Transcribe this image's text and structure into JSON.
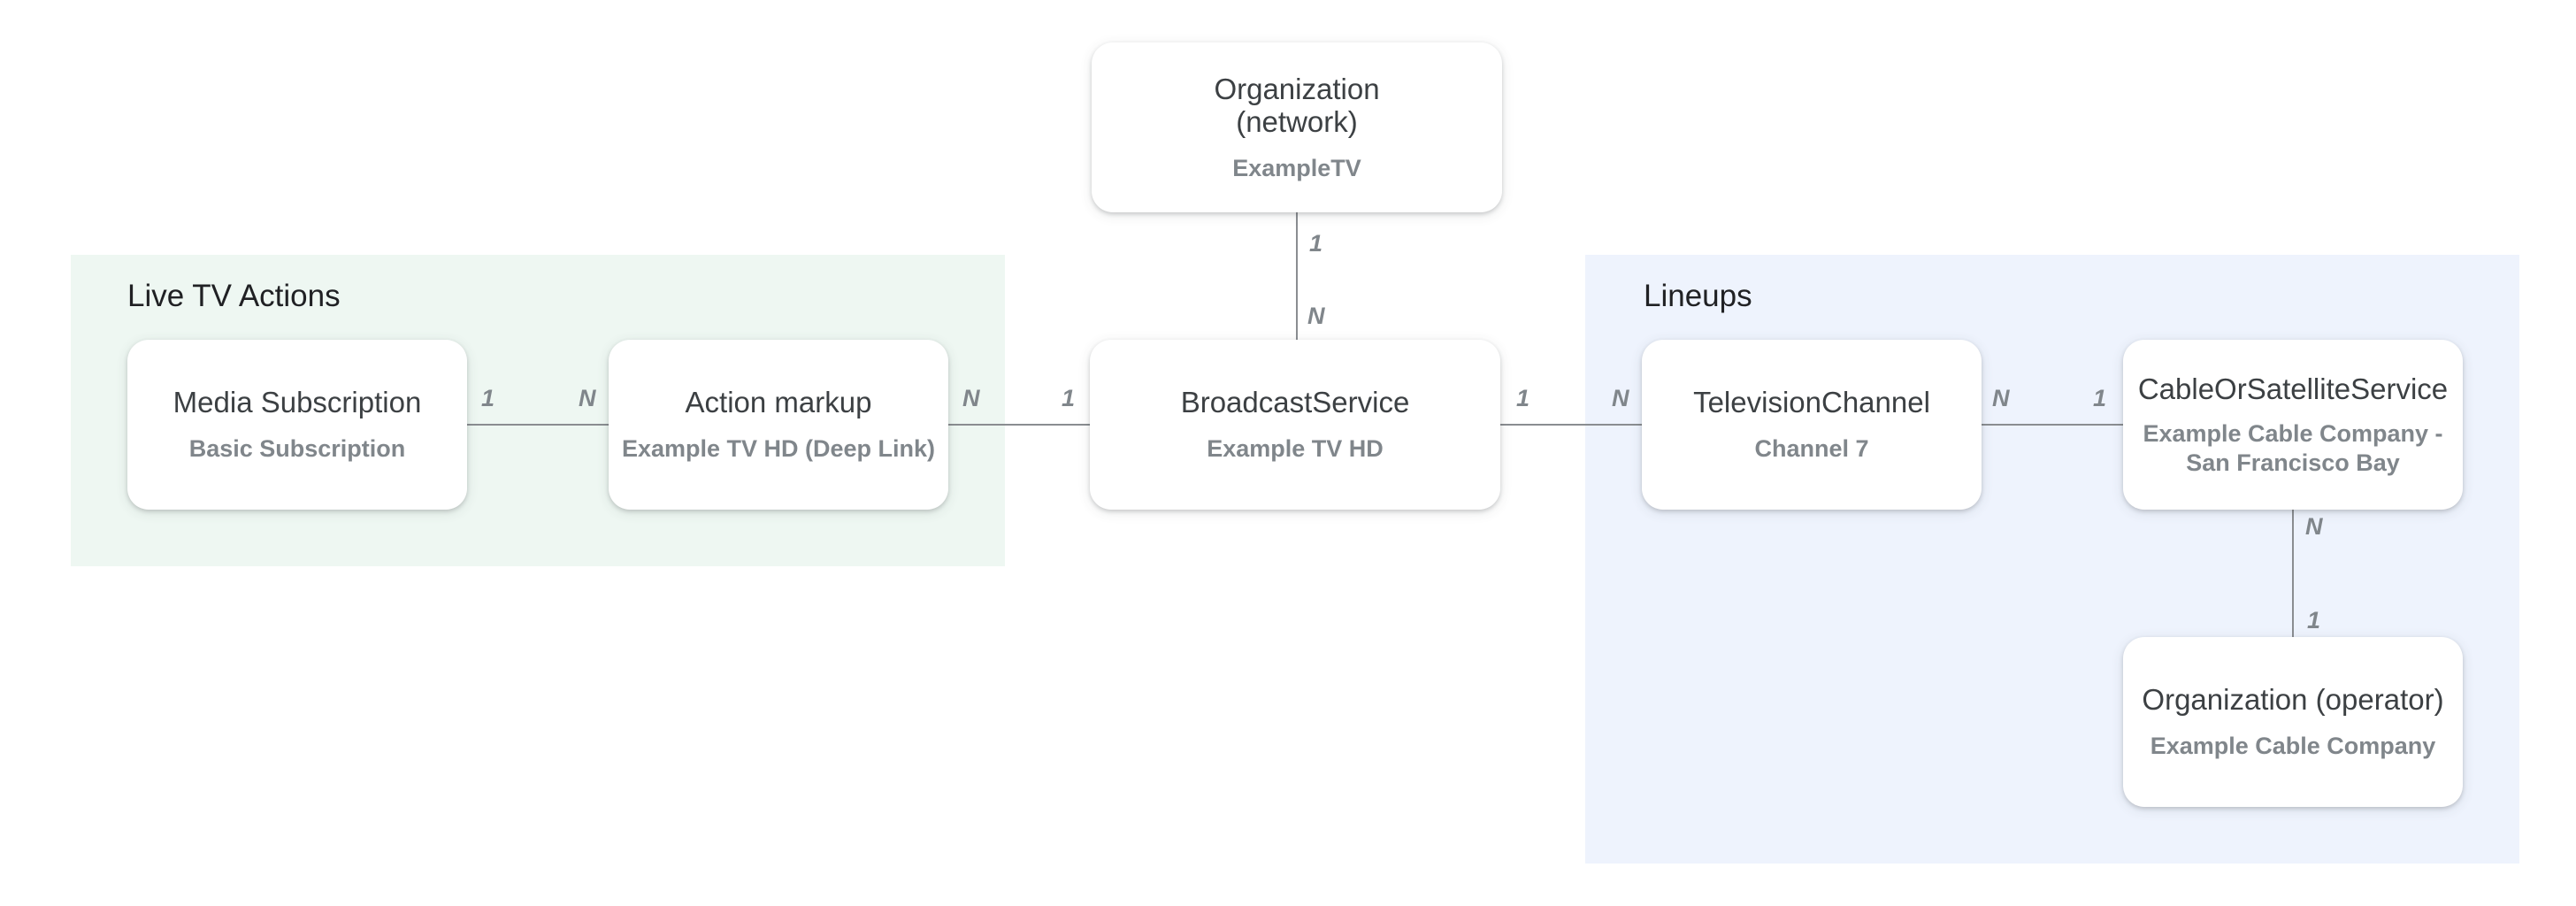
{
  "groups": {
    "live_tv_actions": {
      "title": "Live TV Actions"
    },
    "lineups": {
      "title": "Lineups"
    }
  },
  "nodes": {
    "org_network": {
      "title": "Organization\n(network)",
      "subtitle": "ExampleTV"
    },
    "media_subscription": {
      "title": "Media Subscription",
      "subtitle": "Basic Subscription"
    },
    "action_markup": {
      "title": "Action markup",
      "subtitle": "Example TV HD (Deep Link)"
    },
    "broadcast_service": {
      "title": "BroadcastService",
      "subtitle": "Example TV HD"
    },
    "television_channel": {
      "title": "TelevisionChannel",
      "subtitle": "Channel 7"
    },
    "cable_satellite": {
      "title": "CableOrSatelliteService",
      "subtitle": "Example Cable Company -\nSan Francisco Bay"
    },
    "org_operator": {
      "title": "Organization (operator)",
      "subtitle": "Example Cable Company"
    }
  },
  "relationships": [
    {
      "from": "media_subscription",
      "to": "action_markup",
      "from_card": "1",
      "to_card": "N"
    },
    {
      "from": "action_markup",
      "to": "broadcast_service",
      "from_card": "N",
      "to_card": "1"
    },
    {
      "from": "org_network",
      "to": "broadcast_service",
      "from_card": "1",
      "to_card": "N"
    },
    {
      "from": "broadcast_service",
      "to": "television_channel",
      "from_card": "1",
      "to_card": "N"
    },
    {
      "from": "television_channel",
      "to": "cable_satellite",
      "from_card": "N",
      "to_card": "1"
    },
    {
      "from": "cable_satellite",
      "to": "org_operator",
      "from_card": "N",
      "to_card": "1"
    }
  ]
}
